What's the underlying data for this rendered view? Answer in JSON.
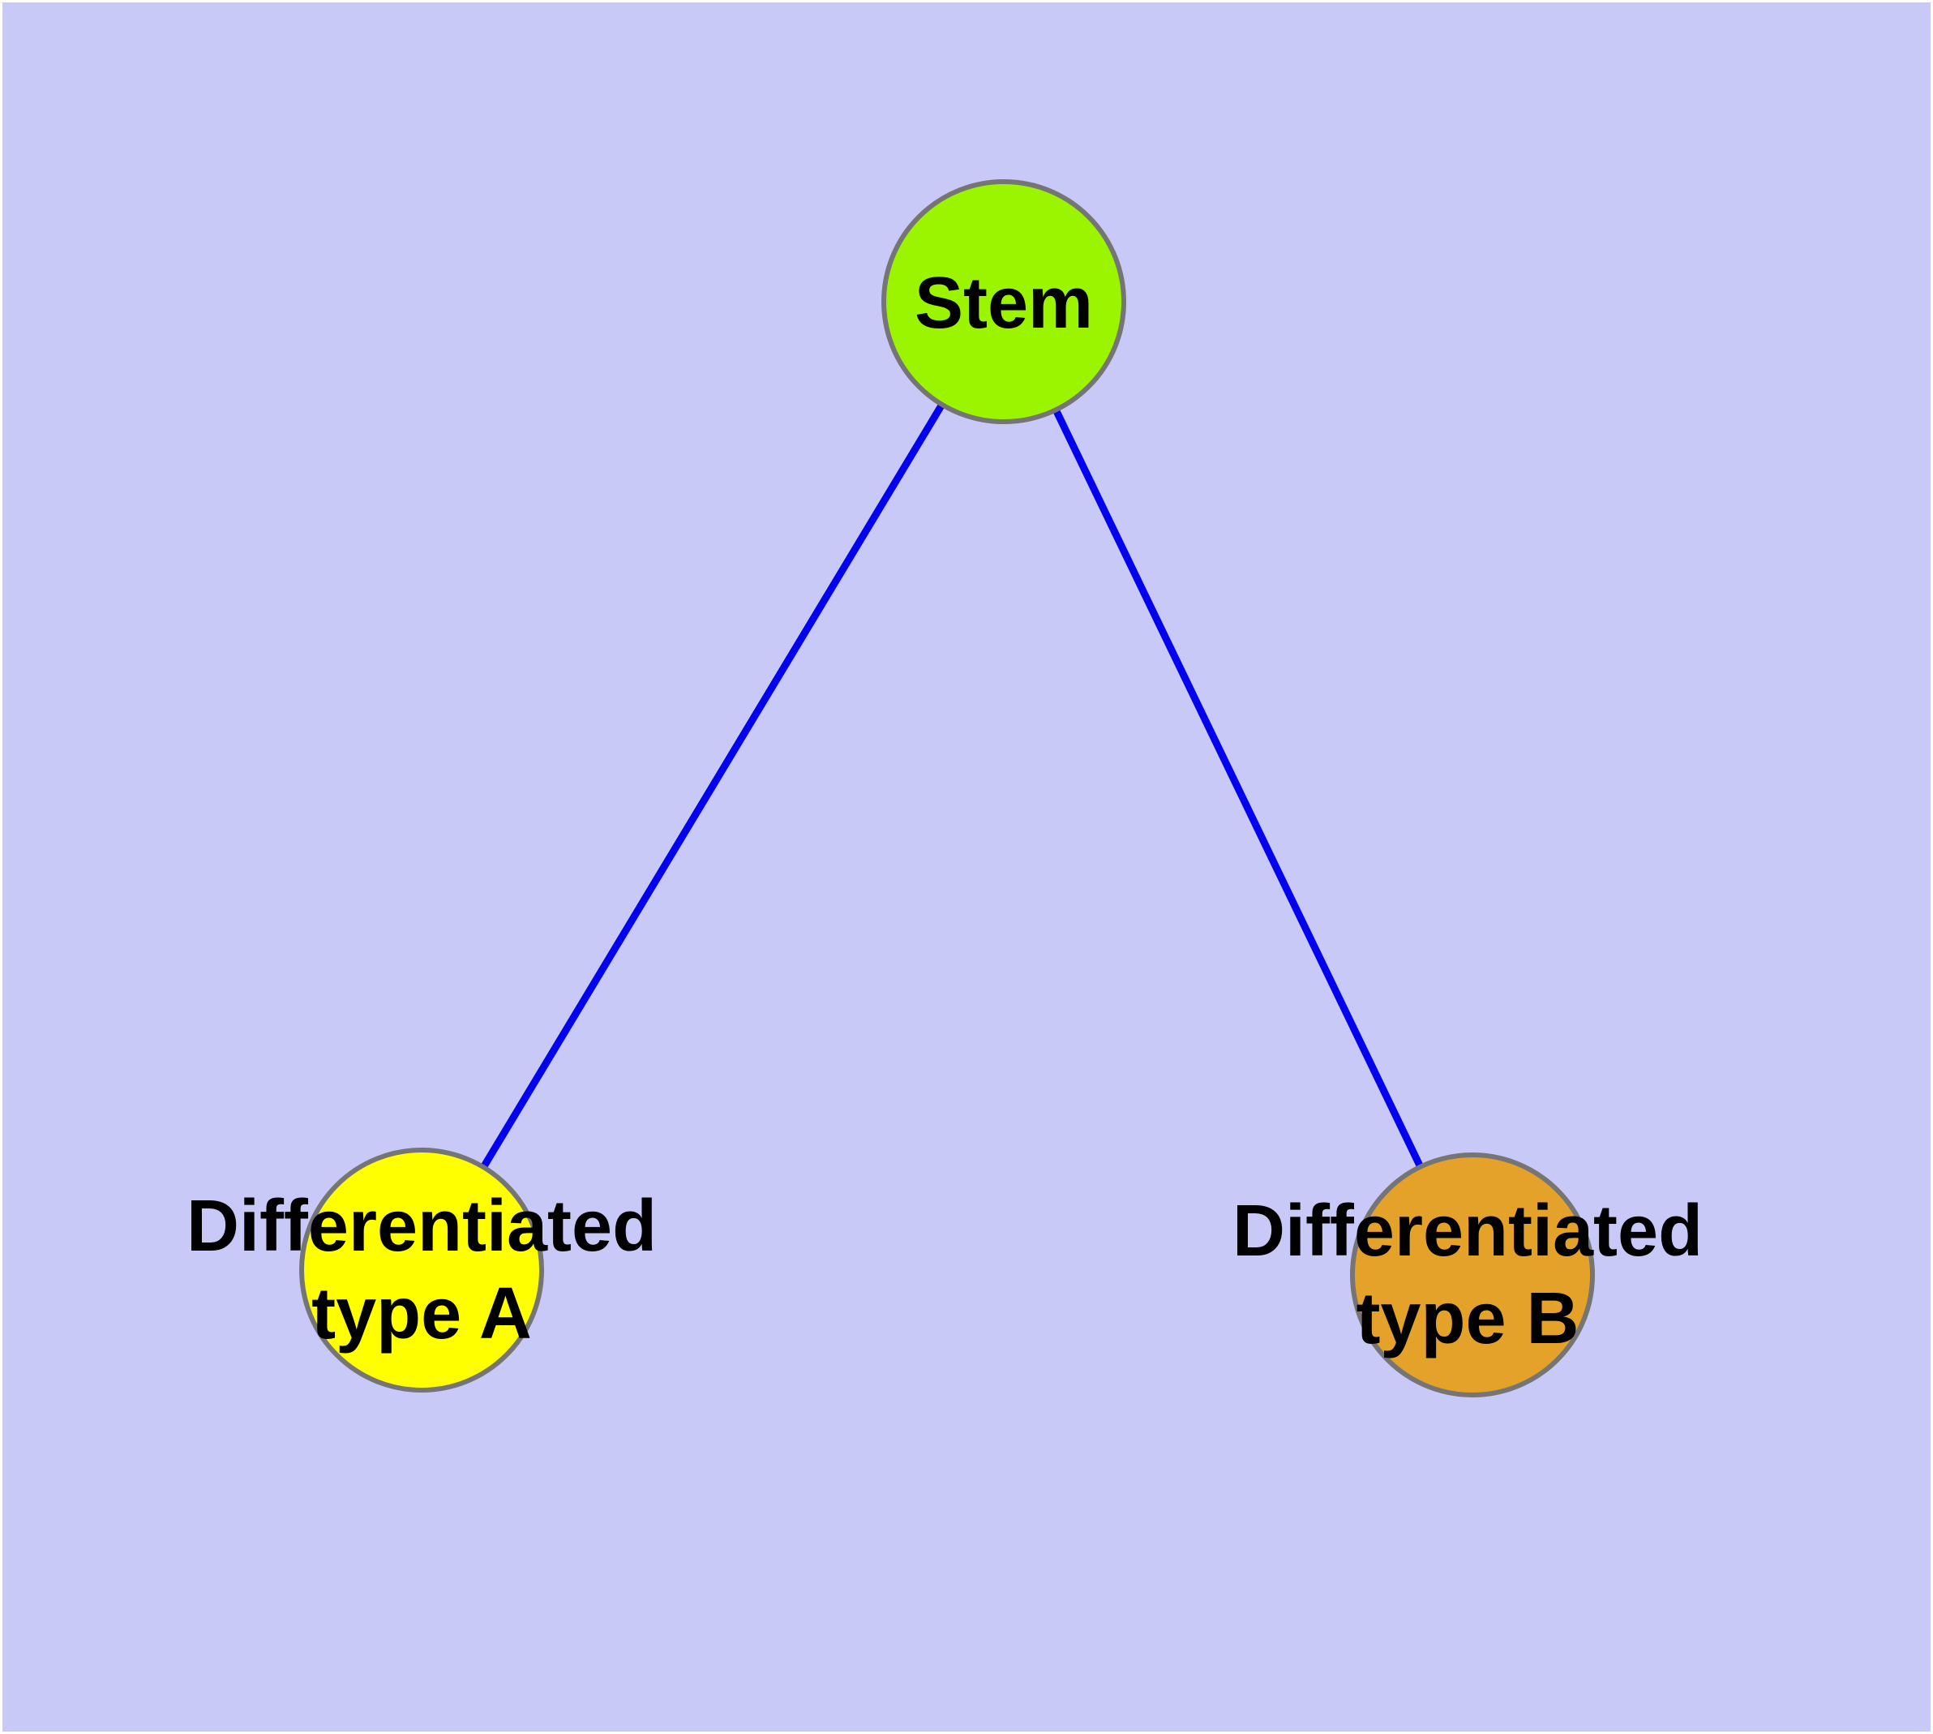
{
  "diagram": {
    "description": "Cell differentiation graph: stem cell node connected to two differentiated cell type nodes",
    "background_color": "#c9c9f7",
    "frame_color": "#ffffff",
    "edge_color": "#0202ee",
    "node_border_color": "#757575",
    "label_color": "#000000",
    "nodes": {
      "stem": {
        "label": "Stem",
        "color": "#9bf500"
      },
      "type_a": {
        "label": "Differentiated\ntype A",
        "color": "#ffff00"
      },
      "type_b": {
        "label": "Differentiated\ntype B",
        "color": "#e4a22a"
      }
    },
    "edges": [
      {
        "from": "Stem",
        "to": "Differentiated type A"
      },
      {
        "from": "Stem",
        "to": "Differentiated type B"
      }
    ]
  }
}
